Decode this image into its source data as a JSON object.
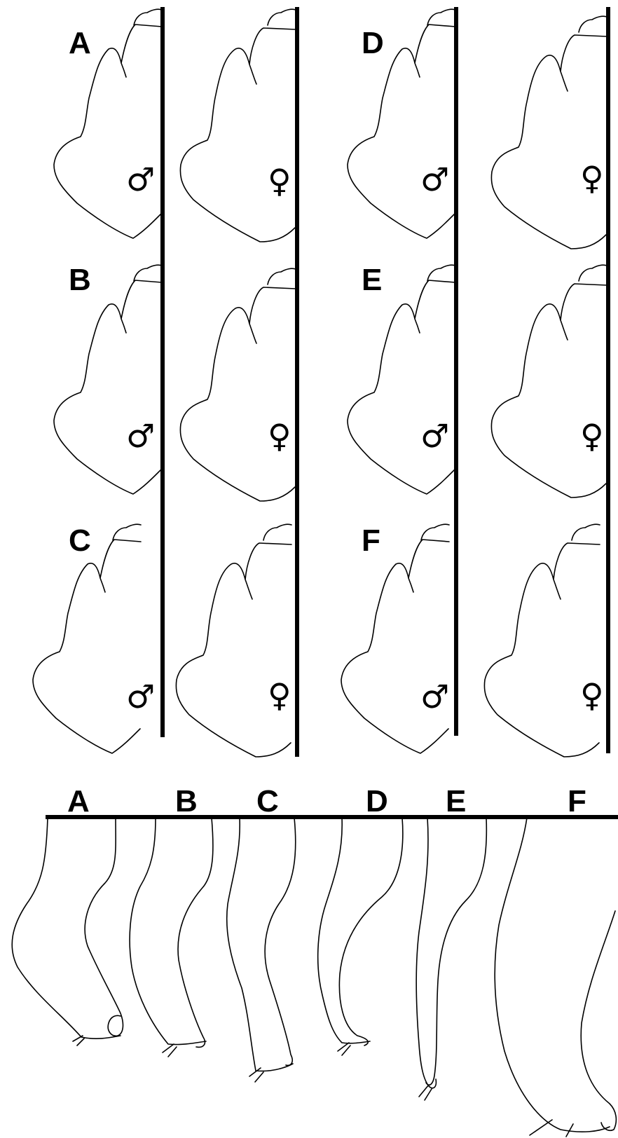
{
  "upper_figure": {
    "panels": [
      {
        "label": "A",
        "male_symbol": "♂",
        "female_symbol": "♀"
      },
      {
        "label": "B",
        "male_symbol": "♂",
        "female_symbol": "♀"
      },
      {
        "label": "C",
        "male_symbol": "♂",
        "female_symbol": "♀"
      },
      {
        "label": "D",
        "male_symbol": "♂",
        "female_symbol": "♀"
      },
      {
        "label": "E",
        "male_symbol": "♂",
        "female_symbol": "♀"
      },
      {
        "label": "F",
        "male_symbol": "♂",
        "female_symbol": "♀"
      }
    ]
  },
  "lower_figure": {
    "labels": [
      "A",
      "B",
      "C",
      "D",
      "E",
      "F"
    ]
  }
}
